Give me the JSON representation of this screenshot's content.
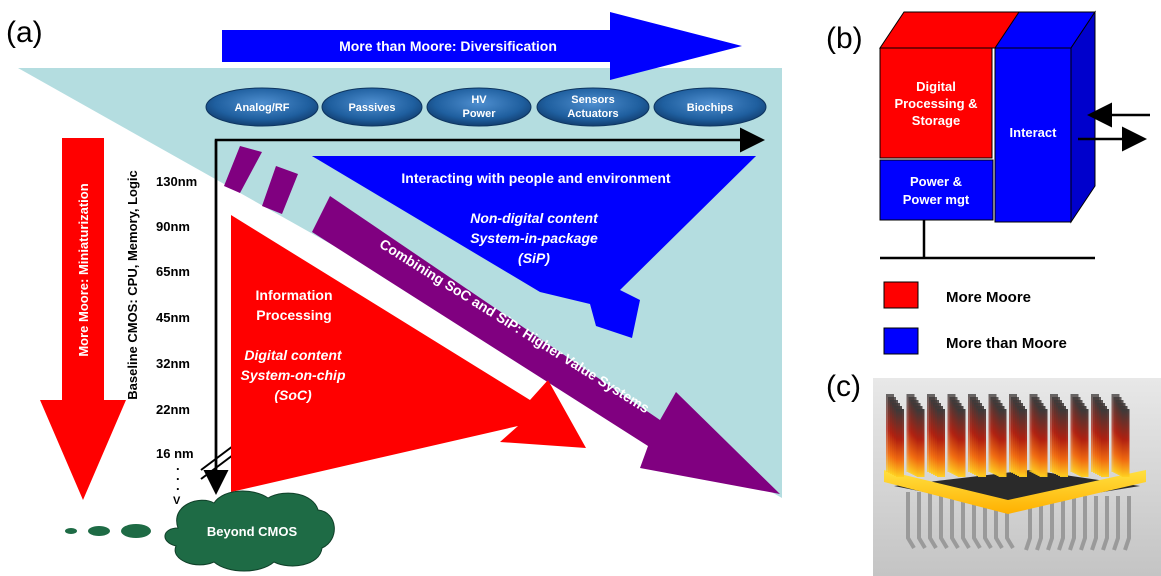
{
  "panel_labels": {
    "a": "(a)",
    "b": "(b)",
    "c": "(c)"
  },
  "colors": {
    "red": "#ff0000",
    "blue": "#0000ff",
    "purple": "#800080",
    "teal": "#b4dde0",
    "dark_green": "#1e6b45",
    "oval_blue": "#1f5f9f"
  },
  "panel_a": {
    "top_arrow": "More than Moore:  Diversification",
    "left_arrow": "More Moore:  Miniaturization",
    "vertical_axis": "Baseline CMOS:  CPU, Memory, Logic",
    "ovals": [
      {
        "lines": [
          "Analog/RF"
        ]
      },
      {
        "lines": [
          "Passives"
        ]
      },
      {
        "lines": [
          "HV",
          "Power"
        ]
      },
      {
        "lines": [
          "Sensors",
          "Actuators"
        ]
      },
      {
        "lines": [
          "Biochips"
        ]
      }
    ],
    "nodes": [
      "130nm",
      "90nm",
      "65nm",
      "45nm",
      "32nm",
      "22nm",
      "16 nm"
    ],
    "dots": [
      ".",
      ".",
      "."
    ],
    "v_label": "V",
    "blue_region": {
      "title": "Interacting with people and environment",
      "italic": [
        "Non-digital content",
        "System-in-package",
        "(SiP)"
      ]
    },
    "red_region": {
      "title": [
        "Information",
        "Processing"
      ],
      "italic": [
        "Digital content",
        "System-on-chip",
        "(SoC)"
      ]
    },
    "purple_arrow": "Combining SoC and SiP:  Higher Value Systems",
    "cloud": "Beyond CMOS"
  },
  "panel_b": {
    "red_block": [
      "Digital",
      "Processing &",
      "Storage"
    ],
    "green_block": [
      "Power &",
      "Power mgt"
    ],
    "blue_block": "Interact",
    "legend": [
      {
        "label": "More Moore",
        "color": "#ff0000"
      },
      {
        "label": "More than Moore",
        "color": "#0000ff"
      }
    ]
  }
}
